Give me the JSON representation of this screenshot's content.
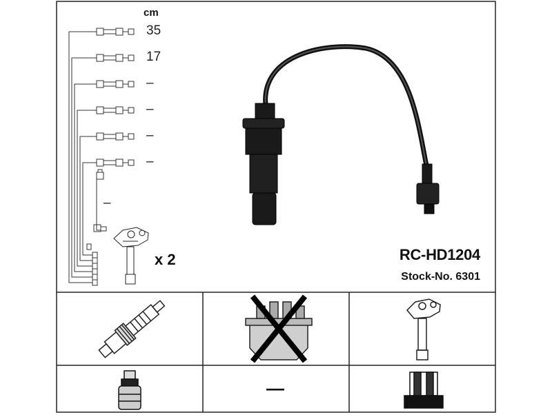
{
  "product": {
    "part_number": "RC-HD1204",
    "stock_number": "Stock-No. 6301"
  },
  "lengths": {
    "unit": "cm",
    "rows": [
      "35",
      "17",
      "–",
      "–",
      "–",
      "–"
    ],
    "side_wire": "–"
  },
  "coil": {
    "multiplier": "x 2"
  },
  "components": {
    "spark_plug_icon": "spark-plug-icon",
    "distributor_cap_icon": "distributor-cap-icon",
    "ignition_coil_icon": "ignition-coil-icon",
    "connector_icon": "connector-icon",
    "ignition_module_icon": "ignition-module-icon",
    "missing_component": "—"
  }
}
